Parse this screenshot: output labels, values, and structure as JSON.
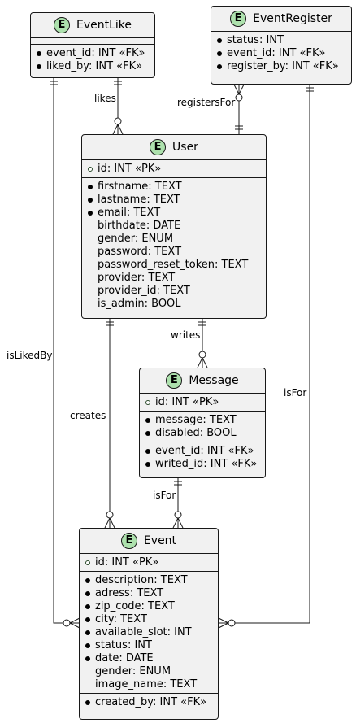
{
  "badge_letter": "E",
  "colors": {
    "entity_fill": "#f1f1f1",
    "entity_border": "#181818",
    "badge_fill": "#ade1ad",
    "line": "#181818"
  },
  "entities": {
    "event_like": {
      "name": "EventLike",
      "sections": [
        [],
        [
          {
            "kind": "attr",
            "text": "event_id: INT «FK»"
          },
          {
            "kind": "attr",
            "text": "liked_by: INT «FK»"
          }
        ]
      ]
    },
    "event_register": {
      "name": "EventRegister",
      "sections": [
        [
          {
            "kind": "attr",
            "text": "status: INT"
          },
          {
            "kind": "attr",
            "text": "event_id: INT  «FK»"
          },
          {
            "kind": "attr",
            "text": "register_by: INT «FK»"
          }
        ]
      ]
    },
    "user": {
      "name": "User",
      "sections": [
        [
          {
            "kind": "pk",
            "text": "id: INT «PK»"
          }
        ],
        [
          {
            "kind": "attr",
            "text": "firstname: TEXT"
          },
          {
            "kind": "attr",
            "text": "lastname: TEXT"
          },
          {
            "kind": "attr",
            "text": "email: TEXT"
          },
          {
            "kind": "opt",
            "text": "birthdate: DATE"
          },
          {
            "kind": "opt",
            "text": "gender: ENUM"
          },
          {
            "kind": "opt",
            "text": "password: TEXT"
          },
          {
            "kind": "opt",
            "text": "password_reset_token: TEXT"
          },
          {
            "kind": "opt",
            "text": "provider: TEXT"
          },
          {
            "kind": "opt",
            "text": "provider_id: TEXT"
          },
          {
            "kind": "opt",
            "text": "is_admin: BOOL"
          }
        ]
      ]
    },
    "message": {
      "name": "Message",
      "sections": [
        [
          {
            "kind": "pk",
            "text": "id: INT «PK»"
          }
        ],
        [
          {
            "kind": "attr",
            "text": "message: TEXT"
          },
          {
            "kind": "attr",
            "text": "disabled: BOOL"
          }
        ],
        [
          {
            "kind": "attr",
            "text": "event_id: INT «FK»"
          },
          {
            "kind": "attr",
            "text": "writed_id: INT «FK»"
          }
        ]
      ]
    },
    "event": {
      "name": "Event",
      "sections": [
        [
          {
            "kind": "pk",
            "text": "id: INT «PK»"
          }
        ],
        [
          {
            "kind": "attr",
            "text": "description: TEXT"
          },
          {
            "kind": "attr",
            "text": "adress: TEXT"
          },
          {
            "kind": "attr",
            "text": "zip_code: TEXT"
          },
          {
            "kind": "attr",
            "text": "city: TEXT"
          },
          {
            "kind": "attr",
            "text": "available_slot: INT"
          },
          {
            "kind": "attr",
            "text": "status: INT"
          },
          {
            "kind": "attr",
            "text": "date: DATE"
          },
          {
            "kind": "opt",
            "text": "gender: ENUM"
          },
          {
            "kind": "opt",
            "text": "image_name: TEXT"
          }
        ],
        [
          {
            "kind": "attr",
            "text": "created_by: INT «FK»"
          }
        ]
      ]
    }
  },
  "relations": {
    "likes": "likes",
    "registers_for": "registersFor",
    "is_liked_by": "isLikedBy",
    "writes": "writes",
    "creates": "creates",
    "message_is_for": "isFor",
    "register_is_for": "isFor"
  }
}
